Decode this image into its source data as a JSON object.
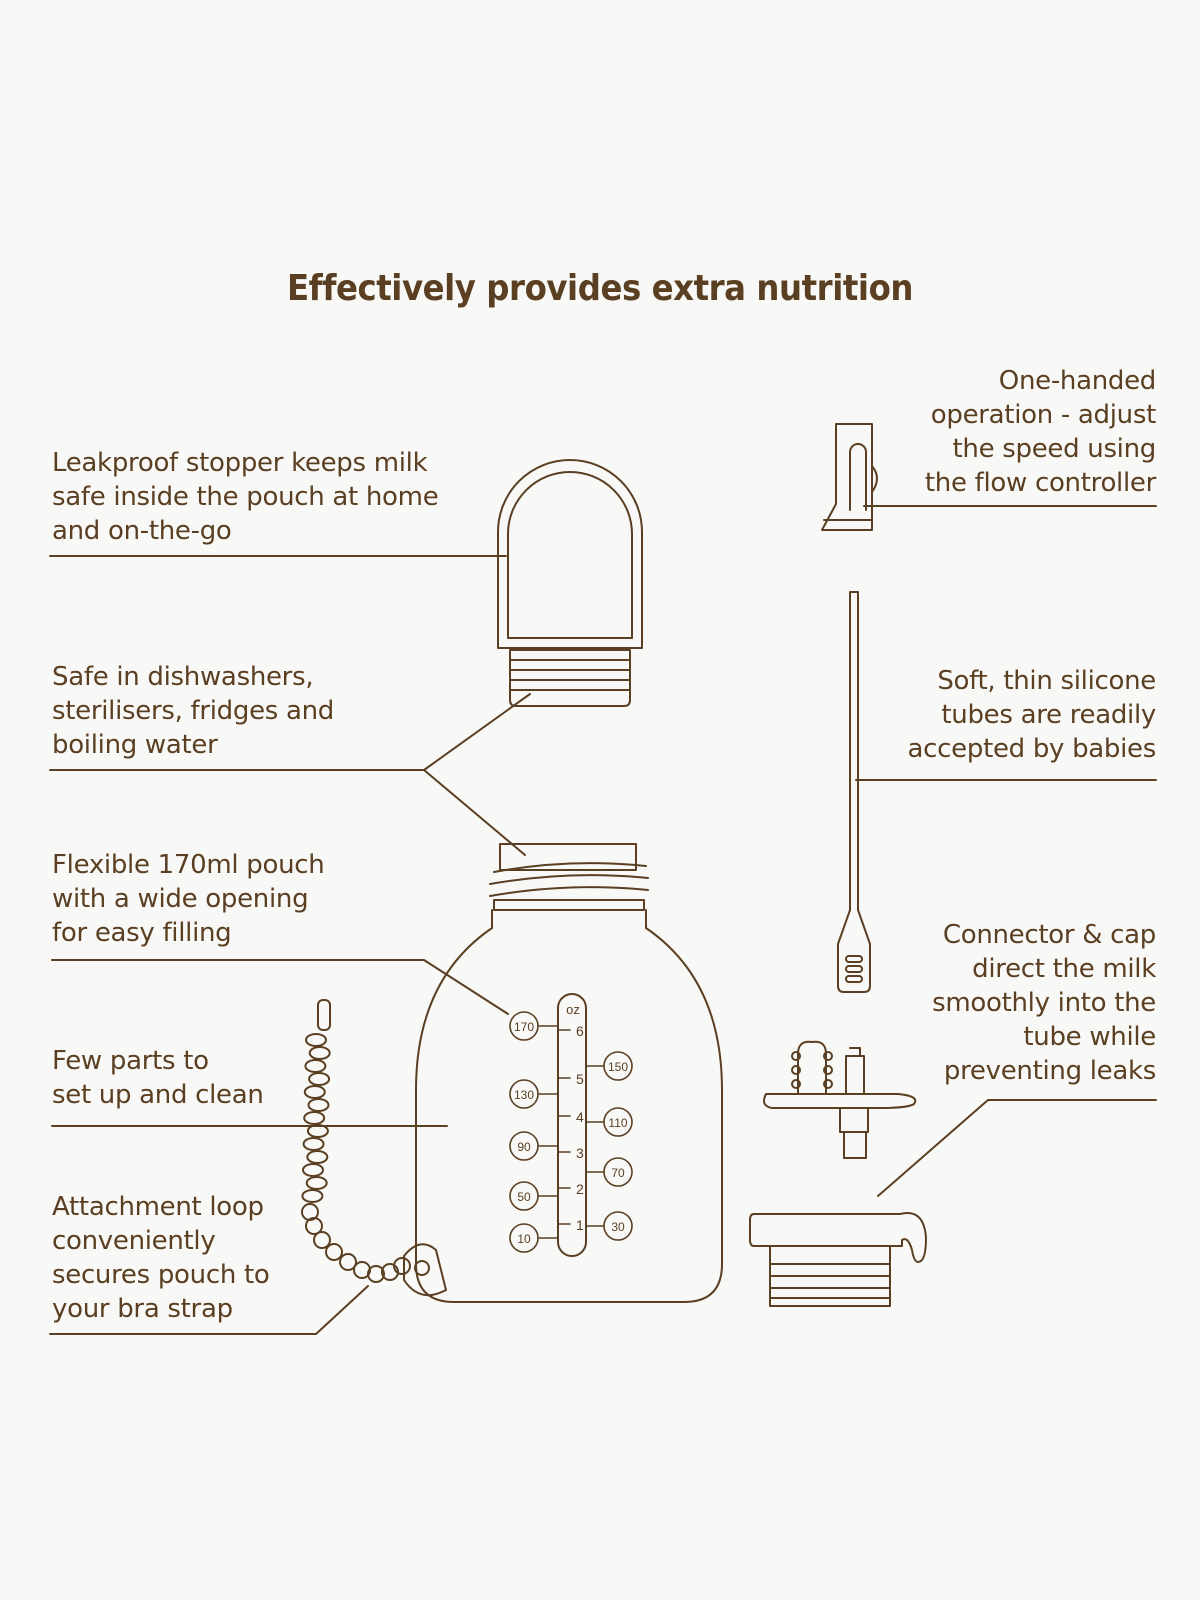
{
  "title": "Effectively provides extra nutrition",
  "callouts": {
    "stopper": [
      "Leakproof stopper keeps milk",
      "safe inside the pouch at home",
      "and on-the-go"
    ],
    "dishwasher": [
      "Safe in dishwashers,",
      "sterilisers, fridges and",
      "boiling water"
    ],
    "pouch": [
      "Flexible 170ml pouch",
      "with a wide opening",
      "for easy filling"
    ],
    "parts": [
      "Few parts to",
      "set up and clean"
    ],
    "loop": [
      "Attachment loop",
      "conveniently",
      "secures pouch to",
      "your bra strap"
    ],
    "controller": [
      "One-handed",
      "operation - adjust",
      "the speed using",
      "the flow controller"
    ],
    "tubes": [
      "Soft, thin silicone",
      "tubes are readily",
      "accepted by babies"
    ],
    "connector": [
      "Connector & cap",
      "direct the milk",
      "smoothly into the",
      "tube while",
      "preventing leaks"
    ]
  },
  "scale": {
    "unit": "oz",
    "oz_marks": [
      "6",
      "5",
      "4",
      "3",
      "2",
      "1"
    ],
    "ml_left": [
      "170",
      "130",
      "90",
      "50",
      "10"
    ],
    "ml_right": [
      "150",
      "110",
      "70",
      "30"
    ]
  },
  "colors": {
    "line": "#5a3f22",
    "background": "#f8f8f6"
  }
}
